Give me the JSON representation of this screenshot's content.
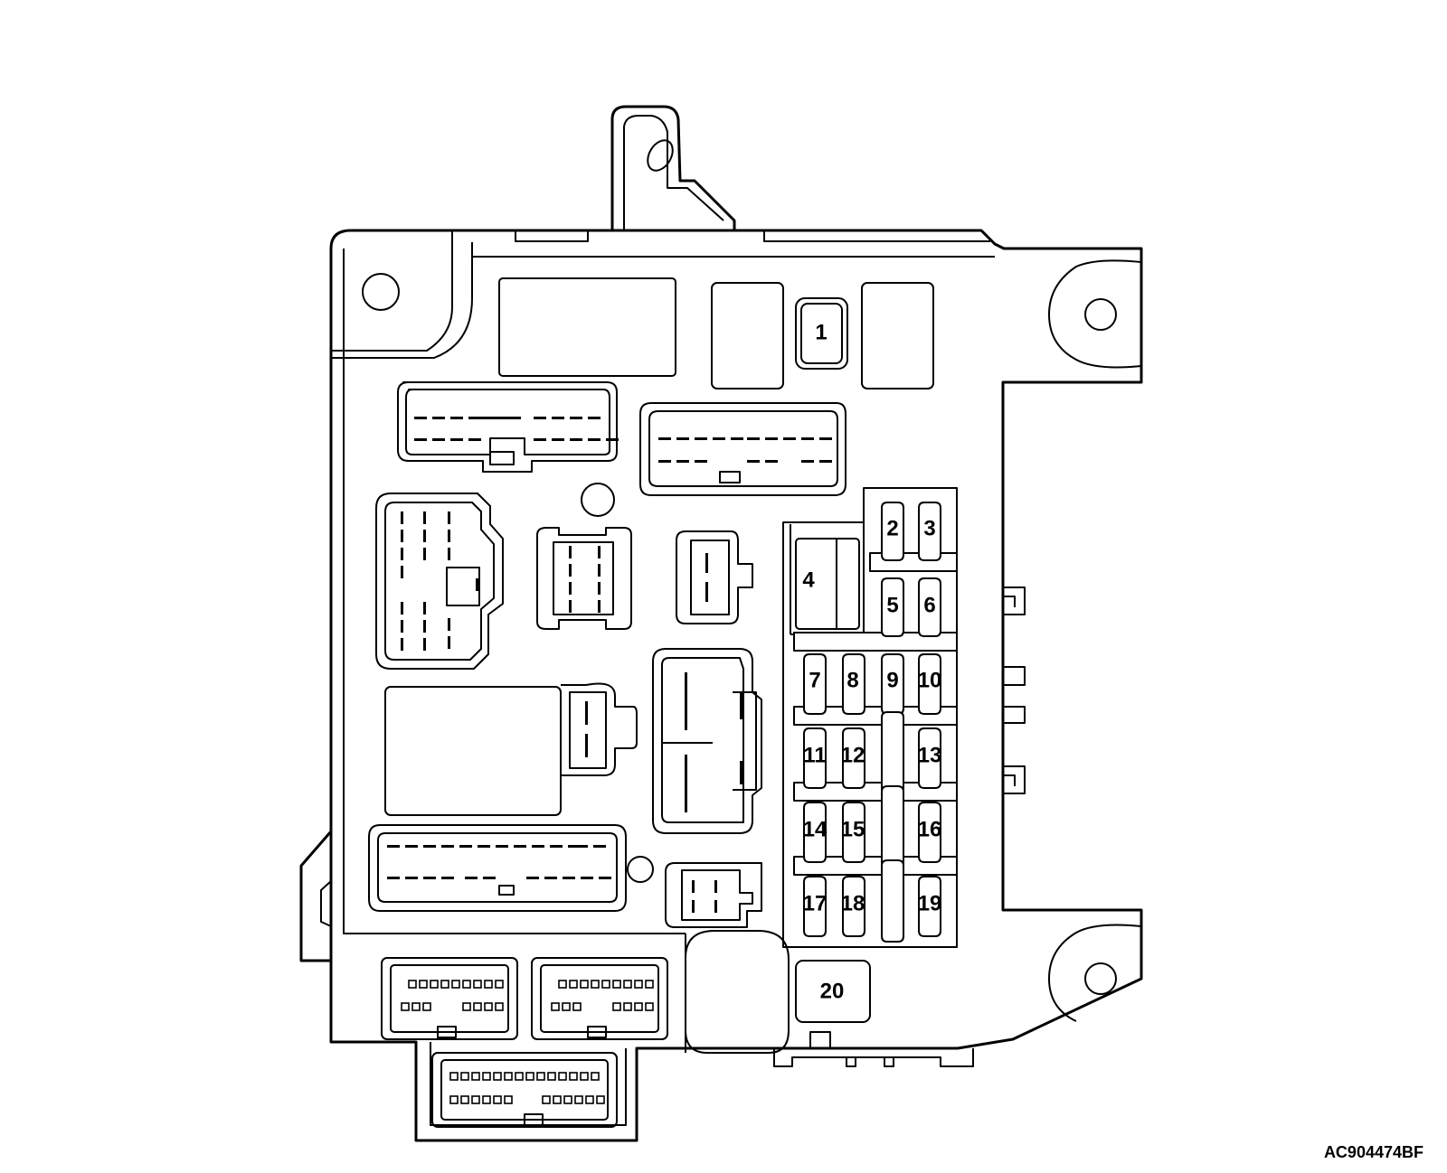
{
  "figure_code": "AC904474BF",
  "fuse_labels": [
    "1",
    "2",
    "3",
    "4",
    "5",
    "6",
    "7",
    "8",
    "9",
    "10",
    "11",
    "12",
    "13",
    "14",
    "15",
    "16",
    "17",
    "18",
    "19",
    "20"
  ]
}
